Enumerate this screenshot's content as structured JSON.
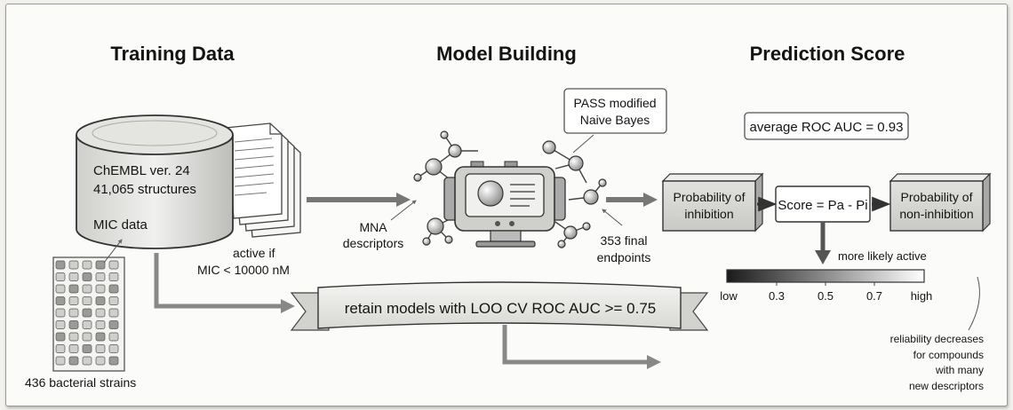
{
  "headings": {
    "training": "Training Data",
    "model": "Model Building",
    "prediction": "Prediction Score"
  },
  "database": {
    "line1": "ChEMBL ver. 24",
    "line2": "41,065 structures",
    "line3": "MIC data"
  },
  "strains_label": "436 bacterial strains",
  "active_if": {
    "line1": "active if",
    "line2": "MIC < 10000 nM"
  },
  "pass_box": {
    "line1": "PASS modified",
    "line2": "Naive Bayes"
  },
  "mna": {
    "line1": "MNA",
    "line2": "descriptors"
  },
  "endpoints": {
    "line1": "353 final",
    "line2": "endpoints"
  },
  "roc_box": "average ROC AUC = 0.93",
  "prob_inhibition": {
    "line1": "Probability of",
    "line2": "inhibition"
  },
  "score_box": "Score = Pa - Pi",
  "prob_non_inhibition": {
    "line1": "Probability of",
    "line2": "non-inhibition"
  },
  "more_likely": "more likely active",
  "scale": {
    "gradient_start": "#1a1a1a",
    "gradient_end": "#ffffff",
    "labels": [
      "low",
      "0.3",
      "0.5",
      "0.7",
      "high"
    ]
  },
  "banner": "retain models with LOO CV ROC AUC >= 0.75",
  "reliability": {
    "line1": "reliability decreases",
    "line2": "for compounds",
    "line3": "with many",
    "line4": "new descriptors"
  }
}
